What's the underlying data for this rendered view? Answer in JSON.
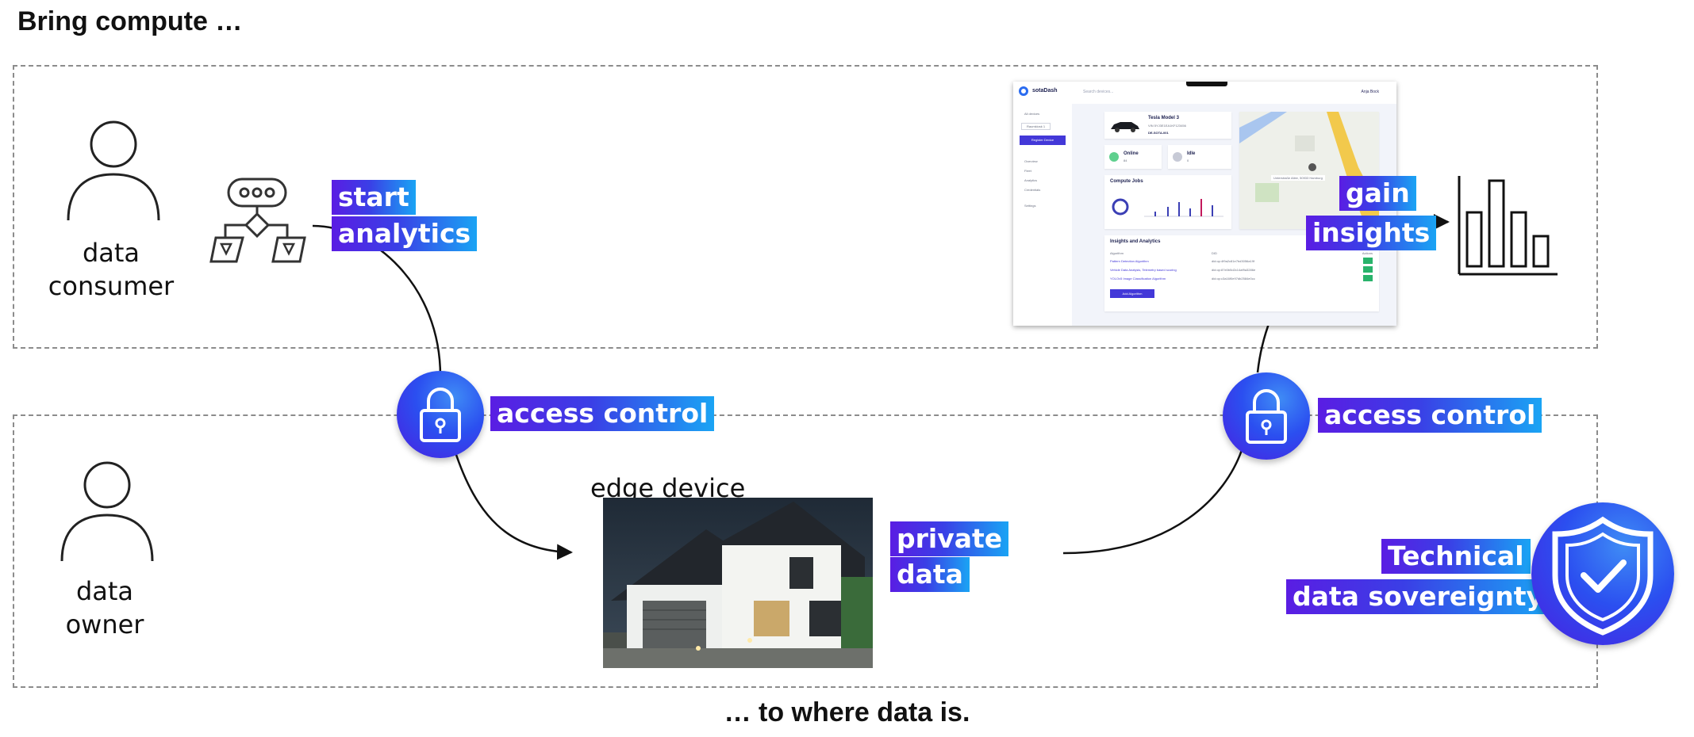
{
  "heading": "Bring compute …",
  "footer": "… to where data is.",
  "data_consumer": {
    "label_line1": "data",
    "label_line2": "consumer",
    "icon": "person-icon"
  },
  "data_owner": {
    "label_line1": "data",
    "label_line2": "owner",
    "icon": "person-icon"
  },
  "analytics_icon": "algorithm-flowchart-icon",
  "tags": {
    "start": "start",
    "analytics": "analytics",
    "access_control_left": "access control",
    "access_control_right": "access control",
    "private": "private",
    "data": "data",
    "gain": "gain",
    "insights": "insights",
    "technical": "Technical",
    "data_sovereignty": "data sovereignty"
  },
  "edge_device_label": "edge device",
  "lock_icon": "padlock-icon",
  "shield_icon": "shield-check-icon",
  "chart_icon": "bar-chart-icon",
  "house_image": "house-photo",
  "dashboard": {
    "brand": "sotaDash",
    "search_placeholder": "Search devices...",
    "user": "Anja Bock",
    "sidebar": {
      "section": "All devices",
      "selected_device": "Raumkiosk 1",
      "register_button": "Register Device",
      "items": [
        "Overview",
        "Fleet",
        "Analytics",
        "Credentials",
        "Settings"
      ]
    },
    "vehicle": {
      "title": "Tesla Model 3",
      "subtitle": "VIN 5YJ3E1EA1KF123456",
      "id": "DE-SOTA-001"
    },
    "status": [
      {
        "label": "Online",
        "value": "84"
      },
      {
        "label": "Idle",
        "value": "0"
      }
    ],
    "map_address": "Unterstraße Allee, 50933 Hamburg",
    "compute_jobs_title": "Compute Jobs",
    "insights": {
      "title": "Insights and Analytics",
      "columns": [
        "Algorithm",
        "DID",
        "Actions"
      ],
      "rows": [
        {
          "name": "Pattern Detection Algorithm",
          "id": "did:op:4f9a2c81e7bd3056a19f"
        },
        {
          "name": "Vehicle Data Analysis, Telemetry based scoring",
          "id": "did:op:87e0b5d2c14af9a3286e"
        },
        {
          "name": "YOLOv5 Image Classification Algorithm",
          "id": "did:op:c3a16f0e97db2584e0cc"
        }
      ],
      "add_button": "Add Algorithm"
    }
  },
  "colors": {
    "tag_start": "#5a1de3",
    "tag_end": "#1aa4f4",
    "zone_border": "#8c8c8c"
  }
}
